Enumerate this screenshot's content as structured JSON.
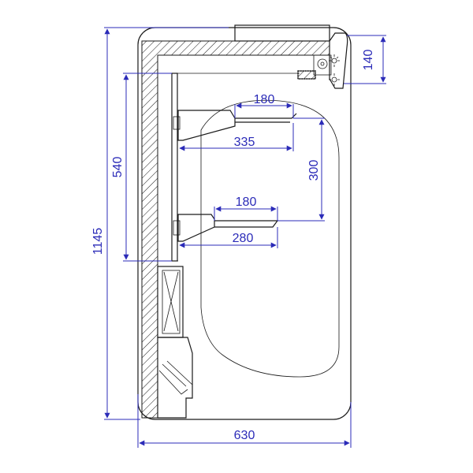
{
  "dimensions": {
    "overall_height": "1145",
    "overall_width": "630",
    "rail_height": "540",
    "mechanism_height": "140",
    "upper_reach_short": "180",
    "upper_reach_long": "335",
    "arm_spacing": "300",
    "lower_reach_short": "180",
    "lower_reach_long": "280"
  },
  "colors": {
    "dimension": "#2b2bb8",
    "outline": "#1a1a1a",
    "background": "#ffffff"
  }
}
